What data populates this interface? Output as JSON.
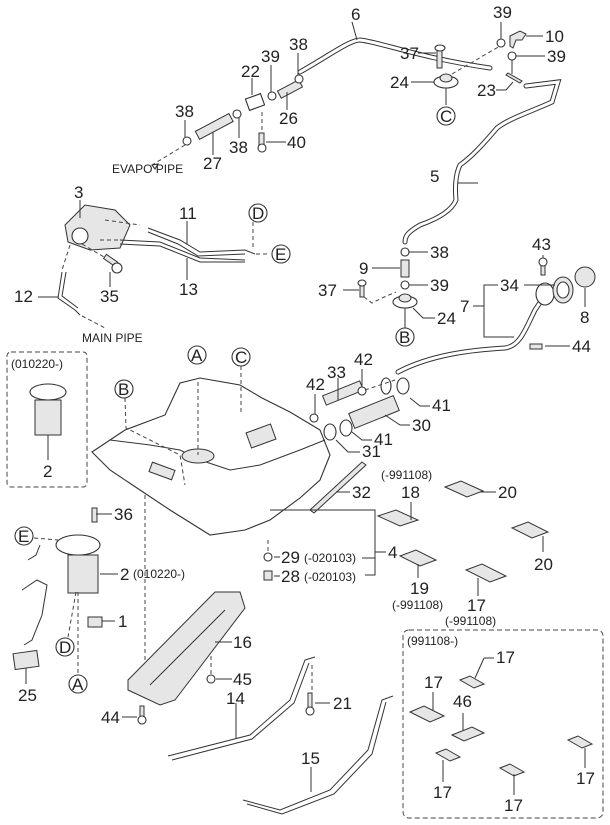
{
  "diagram": {
    "title": "Fuel Tank & Fuel Pipe Assembly (exploded parts diagram)",
    "notes": {
      "evapo_pipe": "EVAPO PIPE",
      "main_pipe": "MAIN PIPE"
    },
    "reference_markers": [
      "A",
      "B",
      "C",
      "D",
      "E"
    ],
    "date_codes": {
      "pump_box": "(010220-)",
      "pump_main": "(010220-)",
      "part29": "(-020103)",
      "part28": "(-020103)",
      "part18": "(-991108)",
      "part19": "(-991108)",
      "part17": "(-991108)",
      "pad_box": "(991108-)"
    },
    "labels": {
      "p1": "1",
      "p2a": "2",
      "p2b": "2",
      "p3": "3",
      "p4": "4",
      "p5": "5",
      "p6": "6",
      "p7a": "7",
      "p8": "8",
      "p9": "9",
      "p10": "10",
      "p11": "11",
      "p12": "12",
      "p13": "13",
      "p14": "14",
      "p15": "15",
      "p16": "16",
      "p17a": "17",
      "p17b": "17",
      "p17c": "17",
      "p17d": "17",
      "p17e": "17",
      "p17f": "17",
      "p18": "18",
      "p19": "19",
      "p20a": "20",
      "p20b": "20",
      "p21": "21",
      "p22": "22",
      "p23": "23",
      "p24a": "24",
      "p24b": "24",
      "p25": "25",
      "p26": "26",
      "p27": "27",
      "p28": "28",
      "p29": "29",
      "p30": "30",
      "p31": "31",
      "p32": "32",
      "p33": "33",
      "p34": "34",
      "p35": "35",
      "p36": "36",
      "p37a": "37",
      "p37b": "37",
      "p38a": "38",
      "p38b": "38",
      "p38c": "38",
      "p38d": "38",
      "p39a": "39",
      "p39b": "39",
      "p39c": "39",
      "p39d": "39",
      "p40": "40",
      "p41a": "41",
      "p41b": "41",
      "p42a": "42",
      "p42b": "42",
      "p43": "43",
      "p44a": "44",
      "p44b": "44",
      "p45": "45",
      "p46": "46"
    }
  }
}
